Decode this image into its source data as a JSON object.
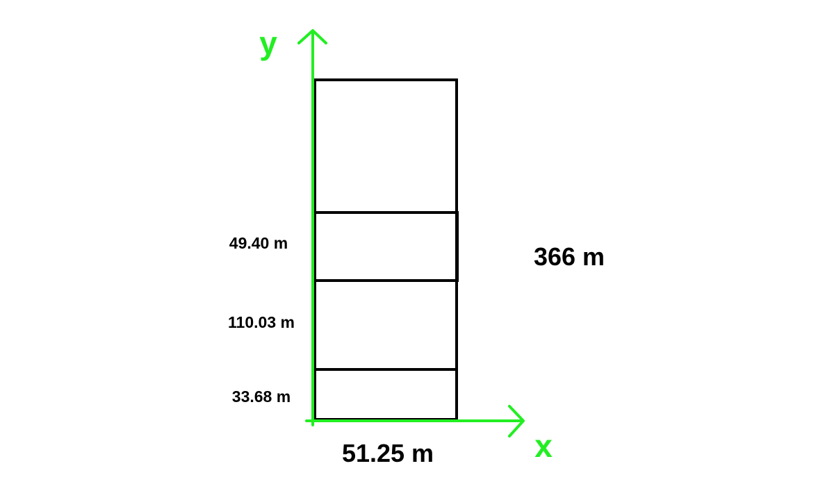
{
  "colors": {
    "axis": "#22ee22",
    "outline": "#000000",
    "background": "#ffffff"
  },
  "axes": {
    "x_label": "x",
    "y_label": "y"
  },
  "dimensions": {
    "total_height": "366 m",
    "width": "51.25 m",
    "sections": [
      {
        "label": "49.40 m"
      },
      {
        "label": "110.03 m"
      },
      {
        "label": "33.68 m"
      }
    ]
  }
}
